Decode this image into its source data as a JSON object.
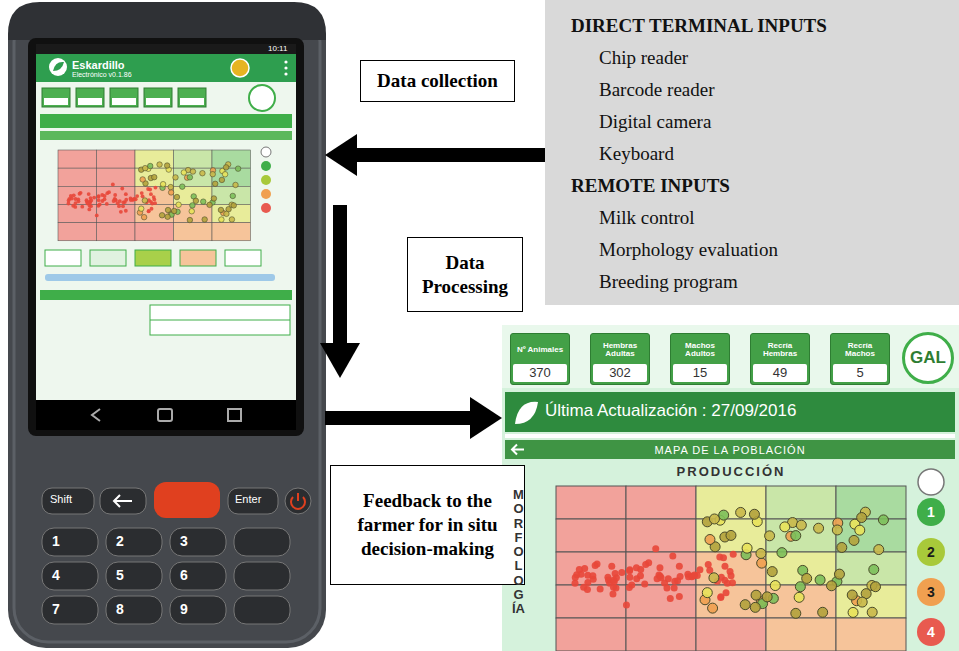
{
  "diagram": {
    "nodes": [
      {
        "text": [
          "Eskardillo"
        ]
      },
      {
        "text": [
          "Data collection"
        ]
      },
      {
        "text": [
          "DIRECT TERMINAL INPUTS",
          "Chip reader",
          "Barcode reader",
          "Digital camera",
          "Keyboard",
          "REMOTE INPUTS",
          "Milk control",
          "Morphology evaluation",
          "Breeding program"
        ]
      },
      {
        "text": [
          "Data Processing"
        ]
      },
      {
        "text": [
          "Feedback to the farmer for in situ decision-making"
        ]
      },
      {
        "text": [
          "Última Actualización : 27/09/2016"
        ]
      },
      {
        "text": [
          "Nº Animales",
          "370"
        ],
        "in": 5
      },
      {
        "text": [
          "Hembras Adultas",
          "302"
        ],
        "in": 5
      },
      {
        "text": [
          "Machos Adultos",
          "15"
        ],
        "in": 5
      },
      {
        "text": [
          "Recría Hembras",
          "49"
        ],
        "in": 5
      },
      {
        "text": [
          "Recría Machos",
          "5"
        ],
        "in": 5
      },
      {
        "text": [
          "GAL"
        ],
        "in": 5
      },
      {
        "text": [
          "MAPA DE LA POBLACIÓN"
        ],
        "in": 5
      },
      {
        "text": [
          "PRODUCCIÓN",
          "MORFOLOGÍA"
        ],
        "in": 5
      },
      {
        "text": [
          "1"
        ],
        "in": 5
      },
      {
        "text": [
          "2"
        ],
        "in": 5
      },
      {
        "text": [
          "3"
        ],
        "in": 5
      },
      {
        "text": [
          "4"
        ],
        "in": 5
      }
    ],
    "edges": [
      {
        "from": 2,
        "to": 0,
        "arrow": "to"
      },
      {
        "from": 0,
        "to": 5,
        "arrow": "to"
      }
    ],
    "labels": [
      "10:11",
      "Electrónico v0.1.86",
      "Shift",
      "Enter",
      "1",
      "2",
      "3",
      "4",
      "5",
      "6",
      "7",
      "8",
      "9"
    ]
  }
}
